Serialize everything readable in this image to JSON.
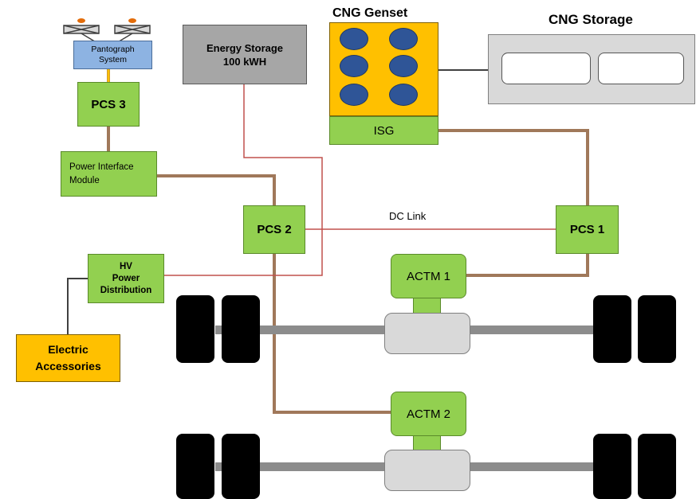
{
  "labels": {
    "pantograph": "Pantograph\nSystem",
    "pcs3": "PCS 3",
    "power_interface": "Power Interface\nModule",
    "energy_storage": "Energy Storage\n100 kWH",
    "cng_genset": "CNG Genset",
    "isg": "ISG",
    "cng_storage": "CNG Storage",
    "pcs2": "PCS 2",
    "pcs1": "PCS 1",
    "dc_link": "DC Link",
    "hv_power": "HV\nPower\nDistribution",
    "electric_accessories": "Electric\nAccessories",
    "actm1": "ACTM 1",
    "actm2": "ACTM 2"
  },
  "colors": {
    "component_green": "#92d050",
    "accessories_orange": "#ffc000",
    "genset_orange": "#ffc000",
    "pantograph_blue": "#8db3e2",
    "energy_storage_gray": "#a6a6a6",
    "mechanical_link_brown": "#a0785a",
    "dc_link_red": "#c0504d"
  }
}
